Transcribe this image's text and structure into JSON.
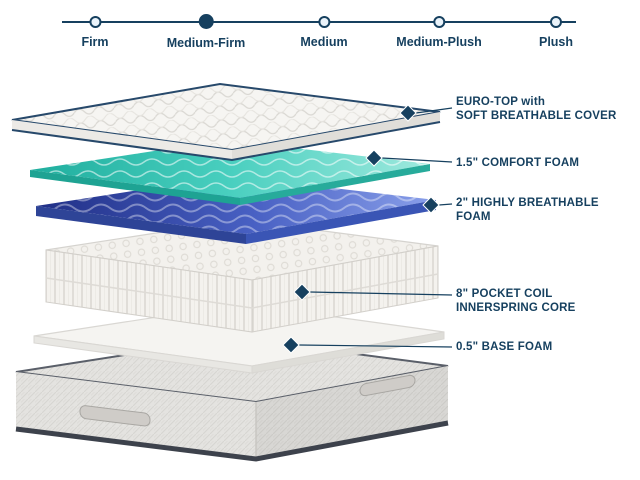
{
  "firmness_scale": {
    "options": [
      {
        "label": "Firm",
        "selected": false
      },
      {
        "label": "Medium-Firm",
        "selected": true
      },
      {
        "label": "Medium",
        "selected": false
      },
      {
        "label": "Medium-Plush",
        "selected": false
      },
      {
        "label": "Plush",
        "selected": false
      }
    ],
    "selected_label": "Medium-Firm"
  },
  "diagram": {
    "layers": [
      {
        "id": "euro-top",
        "label_line1": "EURO-TOP with",
        "label_line2": "SOFT BREATHABLE COVER"
      },
      {
        "id": "comfort-foam",
        "label_line1": "1.5\" COMFORT FOAM",
        "label_line2": ""
      },
      {
        "id": "highly-breathable-foam",
        "label_line1": "2\" HIGHLY BREATHABLE",
        "label_line2": "FOAM"
      },
      {
        "id": "pocket-coil-core",
        "label_line1": "8\" POCKET COIL",
        "label_line2": "INNERSPRING CORE"
      },
      {
        "id": "base-foam",
        "label_line1": "0.5\" BASE FOAM",
        "label_line2": ""
      }
    ]
  },
  "colors": {
    "navy": "#16405f",
    "teal": "#3cc8b6",
    "blue": "#4059b8",
    "fabric_gray": "#dfdedb"
  }
}
